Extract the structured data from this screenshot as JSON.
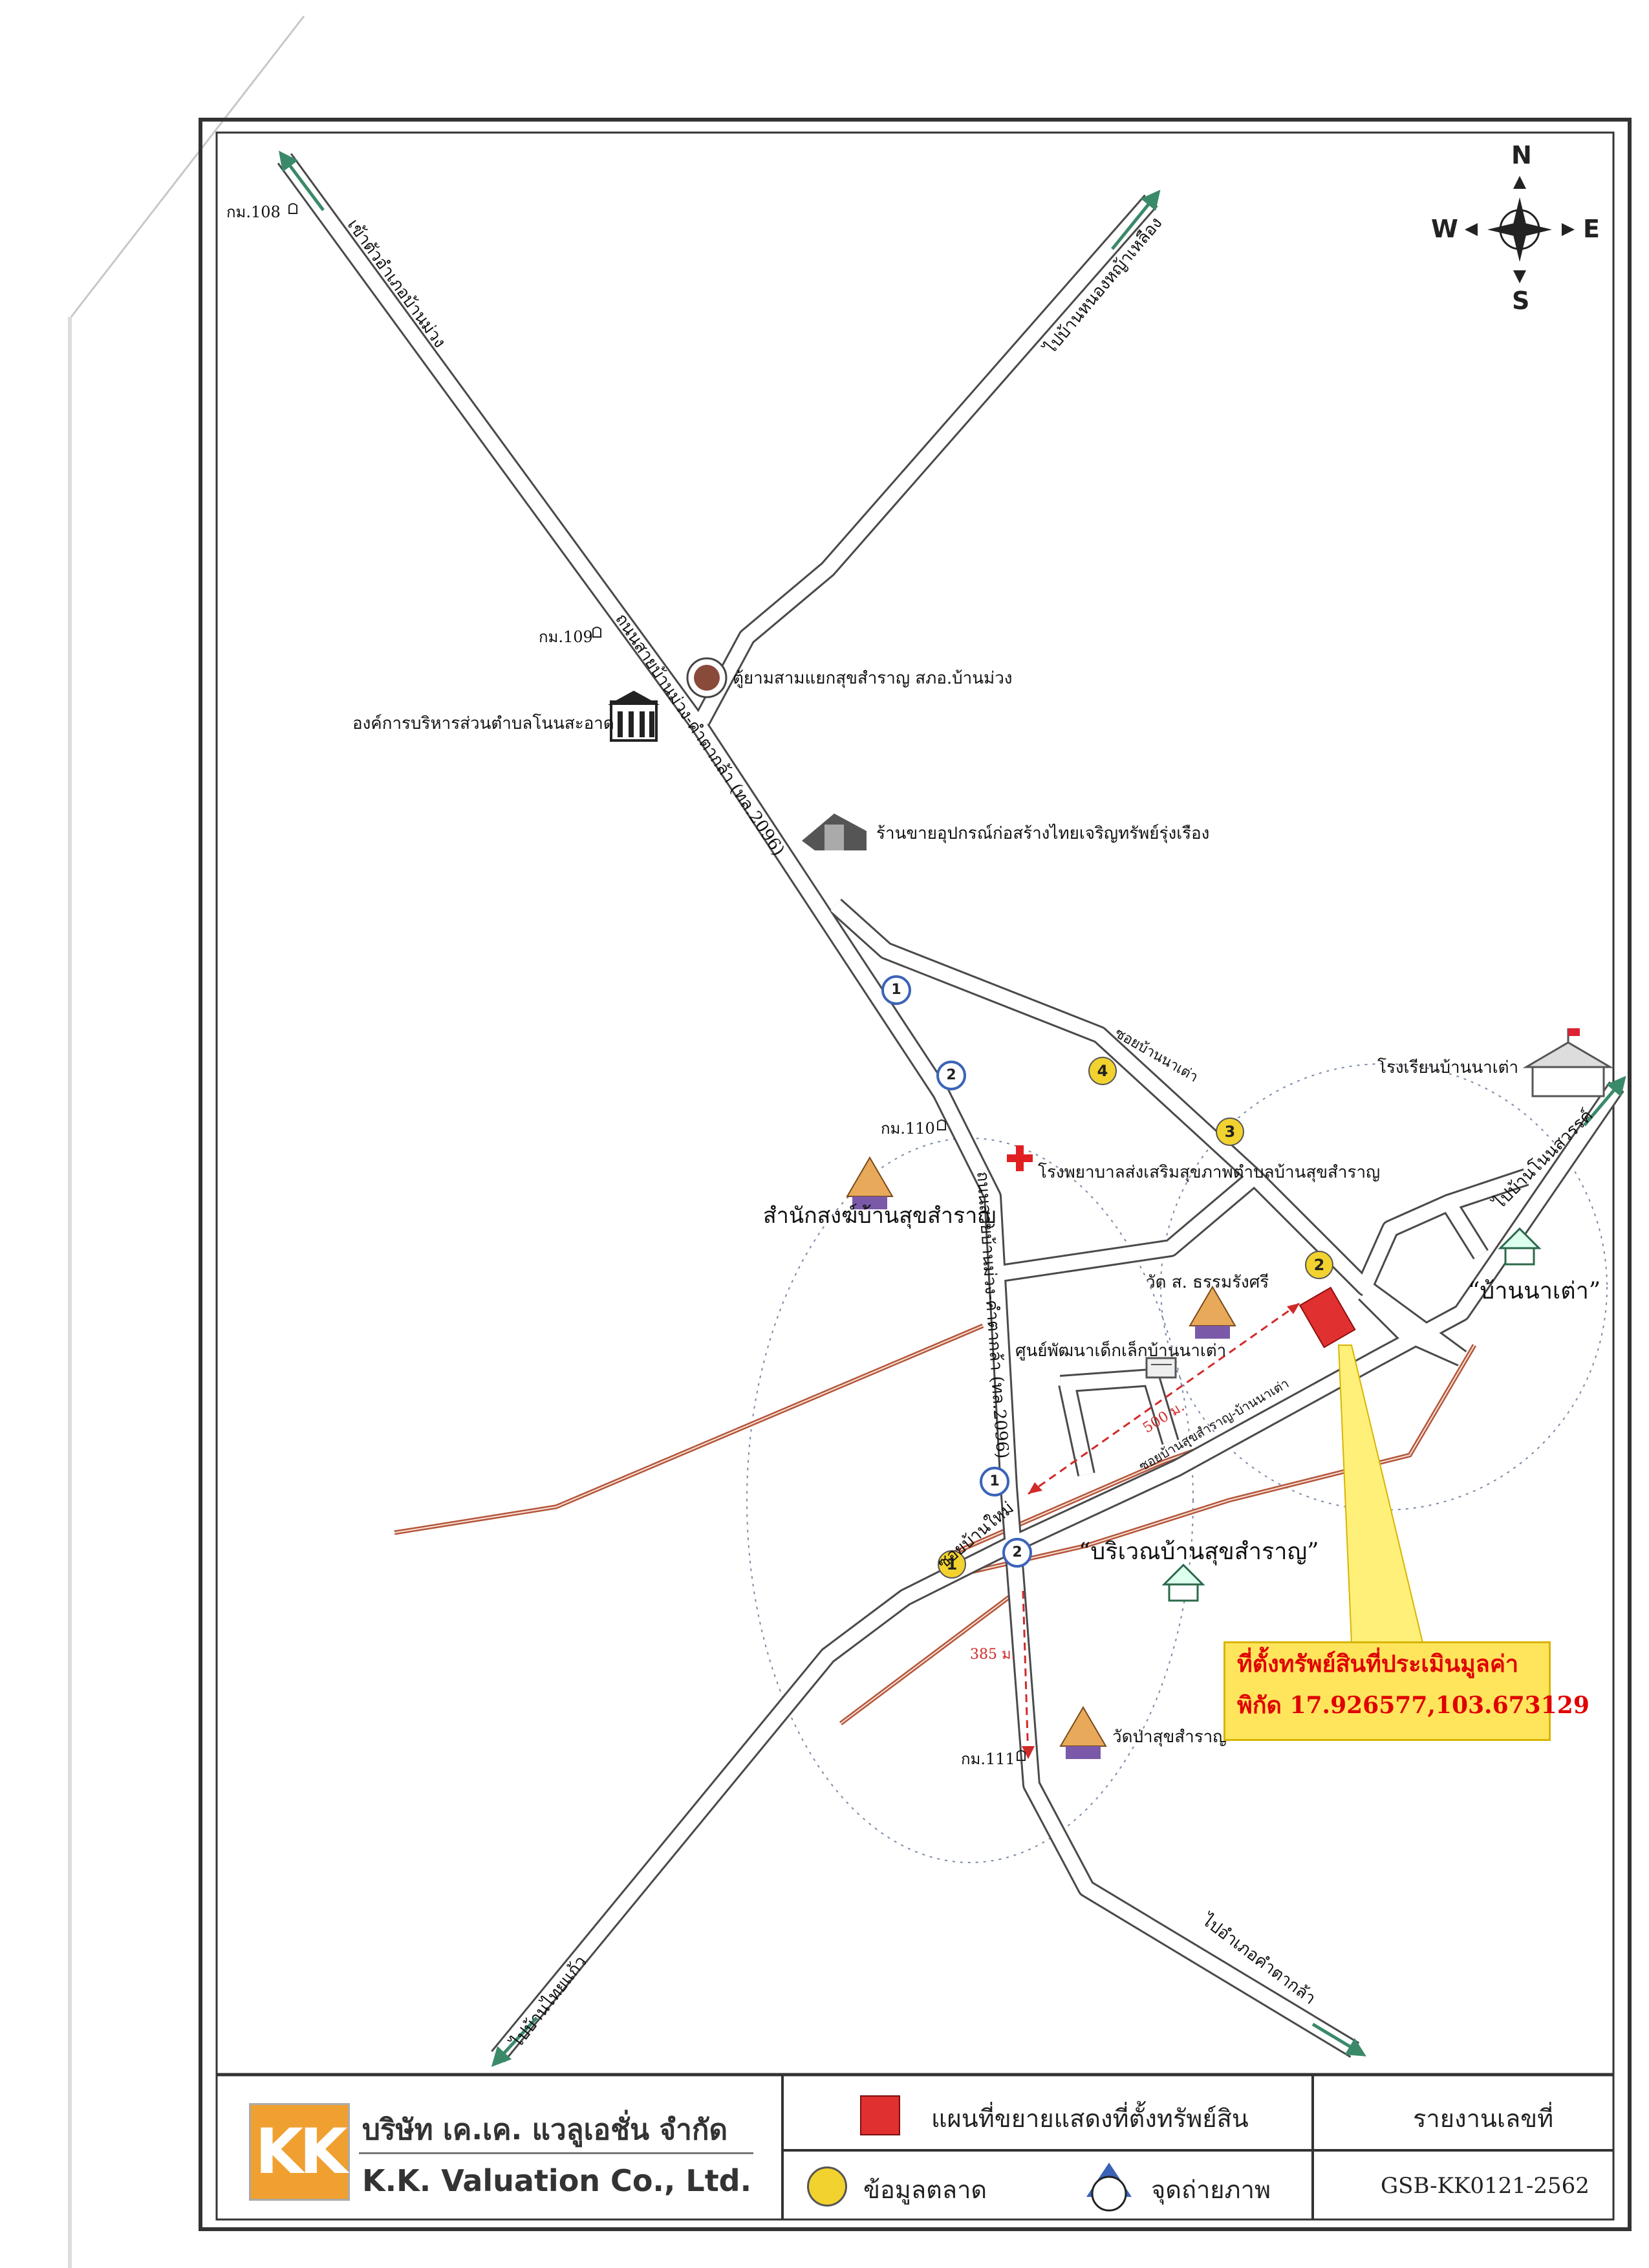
{
  "compass": {
    "n": "N",
    "e": "E",
    "s": "S",
    "w": "W"
  },
  "km_markers": {
    "km108": "กม.108",
    "km109": "กม.109",
    "km110": "กม.110",
    "km111": "กม.111"
  },
  "road_labels": {
    "to_ban_muang": "เข้าตัวอำเภอบ้านม่วง",
    "main_road_upper": "ถนนสายบ้านม่วง-คำตากล้า (ทล.2096)",
    "main_road_lower": "ถนนสายบ้านม่วง-คำตากล้า (ทล.2096)",
    "to_northeast": "ไปบ้านหนองหญ้าเหลือง",
    "soi_ban_na_tao": "ซอยบ้านนาเต่า",
    "to_ban_khon_sawan": "ไปบ้านโนนสวรรค์",
    "soi_suk_samran": "ซอยบ้านสุขสำราญ-บ้านนาเต่า",
    "soi_ban_mai": "ซอยบ้านใหม่",
    "to_ban_phai_kaew": "ไปบ้านไทยแก้ว",
    "to_kham_ta_kla": "ไปอำเภอคำตากล้า"
  },
  "places": {
    "checkpoint": "ตู้ยามสามแยกสุขสำราญ สภอ.บ้านม่วง",
    "tao": "องค์การบริหารส่วนตำบลโนนสะอาด",
    "hardware_store": "ร้านขายอุปกรณ์ก่อสร้างไทยเจริญทรัพย์รุ่งเรือง",
    "school": "โรงเรียนบ้านนาเต่า",
    "hospital": "โรงพยาบาลส่งเสริมสุขภาพตำบลบ้านสุขสำราญ",
    "monastery": "สำนักสงฆ์บ้านสุขสำราญ",
    "wat_tham": "วัด ส. ธรรมรังศรี",
    "child_center": "ศูนย์พัฒนาเด็กเล็กบ้านนาเต่า",
    "village_na_tao": "“บ้านนาเต่า”",
    "village_suk_samran": "“บริเวณบ้านสุขสำราญ”",
    "wat_pa": "วัดป่าสุขสำราญ"
  },
  "distances": {
    "d500": "500 ม.",
    "d385": "385 ม."
  },
  "markers": {
    "market": [
      "1",
      "2",
      "3",
      "4"
    ],
    "photo": [
      "1",
      "2",
      "1",
      "2"
    ]
  },
  "subject": {
    "title": "ที่ตั้งทรัพย์สินที่ประเมินมูลค่า",
    "coords": "พิกัด 17.926577,103.673129"
  },
  "footer": {
    "company_th": "บริษัท เค.เค. แวลูเอชั่น จำกัด",
    "company_en": "K.K. Valuation Co., Ltd.",
    "logo_text": "KK",
    "legend_subject": "แผนที่ขยายแสดงที่ตั้งทรัพย์สิน",
    "legend_market": "ข้อมูลตลาด",
    "legend_photo": "จุดถ่ายภาพ",
    "report_label": "รายงานเลขที่",
    "report_no": "GSB-KK0121-2562"
  },
  "colors": {
    "road": "#4a4a4a",
    "red_road": "#b5553a",
    "arrow": "#3a8a6a",
    "subject": "#e03030",
    "market_marker": "#f2d22e",
    "photo_marker": "#3b63b8"
  }
}
